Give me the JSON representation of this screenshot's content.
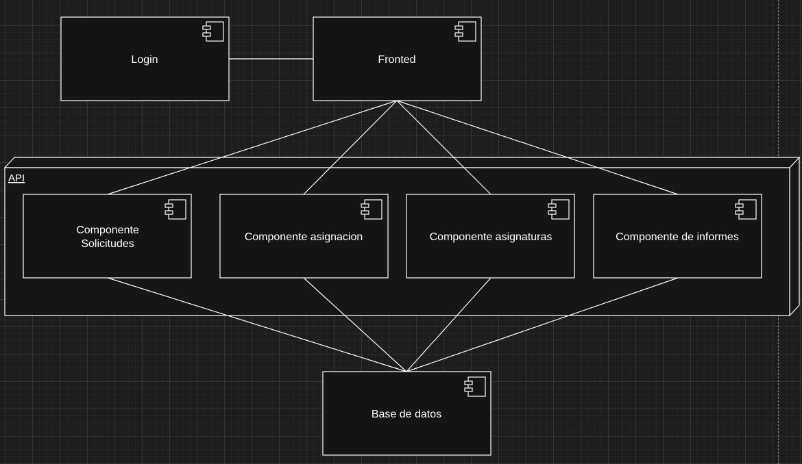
{
  "diagram": {
    "api_label": "API",
    "nodes": {
      "login": "Login",
      "frontend": "Fronted",
      "solicitudes": [
        "Componente",
        "Solicitudes"
      ],
      "asignacion": "Componente asignacion",
      "asignaturas": "Componente asignaturas",
      "informes": "Componente de informes",
      "database": "Base de datos"
    }
  },
  "colors": {
    "background": "#1d1d1d",
    "box_fill": "#141414",
    "stroke": "#ffffff",
    "text": "#ffffff"
  }
}
